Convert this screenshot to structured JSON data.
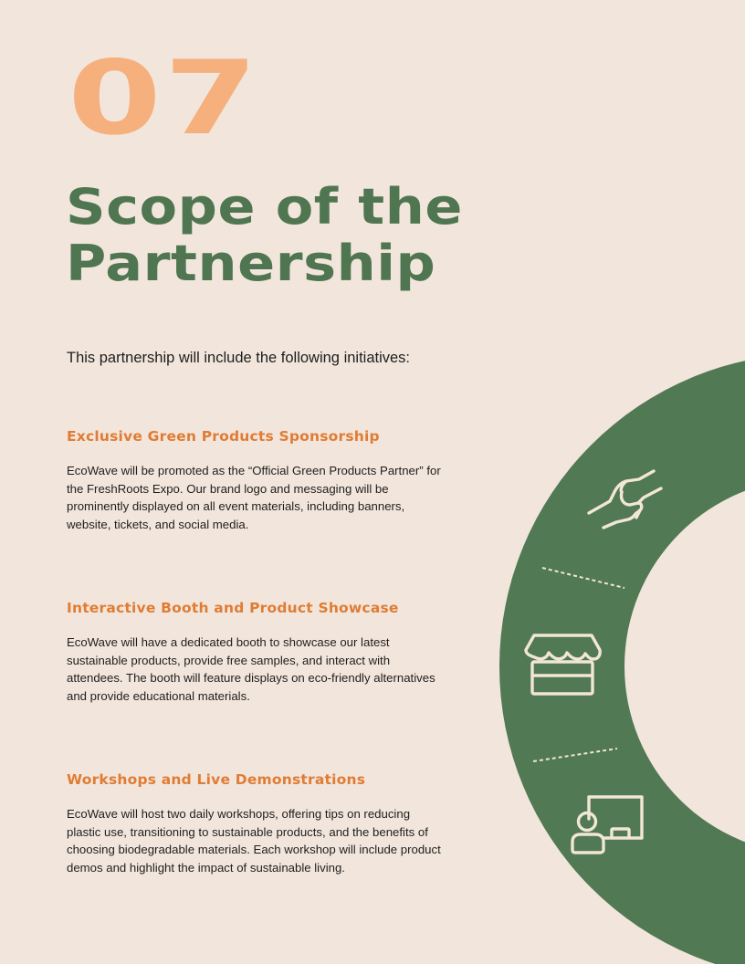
{
  "section": {
    "number": "07",
    "title": "Scope of the Partnership",
    "intro": "This partnership will include the following initiatives:"
  },
  "initiatives": [
    {
      "title": "Exclusive Green Products Sponsorship",
      "body": "EcoWave will be promoted as the “Official Green Products Partner” for the FreshRoots Expo. Our brand logo and messaging will be prominently displayed on all event materials, including banners, website, tickets, and social media.",
      "icon": "handshake-icon"
    },
    {
      "title": "Interactive Booth and Product Showcase",
      "body": "EcoWave will have a dedicated booth to showcase our latest sustainable products, provide free samples, and interact with attendees. The booth will feature displays on eco-friendly alternatives and provide educational materials.",
      "icon": "storefront-booth-icon"
    },
    {
      "title": "Workshops and Live Demonstrations",
      "body": "EcoWave will host two daily workshops, offering tips on reducing plastic use, transitioning to sustainable products, and the benefits of choosing biodegradable materials. Each workshop will include product demos and highlight the impact of sustainable living.",
      "icon": "presenter-board-icon"
    }
  ],
  "colors": {
    "background": "#f2e6dc",
    "number_accent": "#f5b07e",
    "title_green": "#4f7651",
    "heading_orange": "#e07c34",
    "ring_green": "#517953",
    "icon_cream": "#f2e6d4"
  }
}
